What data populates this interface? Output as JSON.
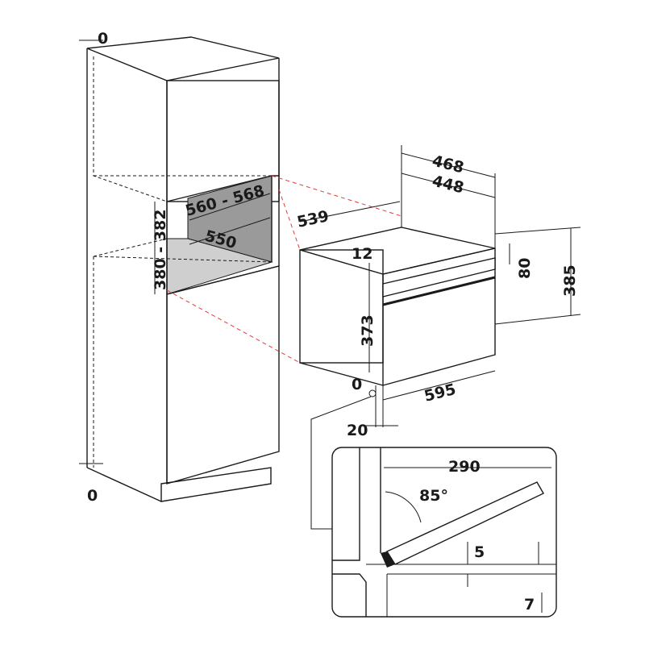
{
  "colors": {
    "line": "#1a1a1a",
    "guide": "#e03a3a",
    "niche_back": "#9a9a9a",
    "niche_floor": "#cfcfcf"
  },
  "labels": {
    "cab_top_zero": "0",
    "cab_bottom_zero": "0",
    "niche_width": "560 - 568",
    "niche_depth": "550",
    "niche_height": "380 - 382",
    "oven_depth_outer": "468",
    "oven_depth_inner": "448",
    "oven_side_depth": "539",
    "oven_top_gap": "12",
    "oven_panel_height": "80",
    "oven_total_height": "385",
    "oven_body_height": "373",
    "oven_bottom_zero": "0",
    "oven_width": "595",
    "oven_front_offset": "20",
    "door_clearance": "290",
    "door_angle": "85°",
    "door_gap_a": "5",
    "door_gap_b": "7"
  }
}
